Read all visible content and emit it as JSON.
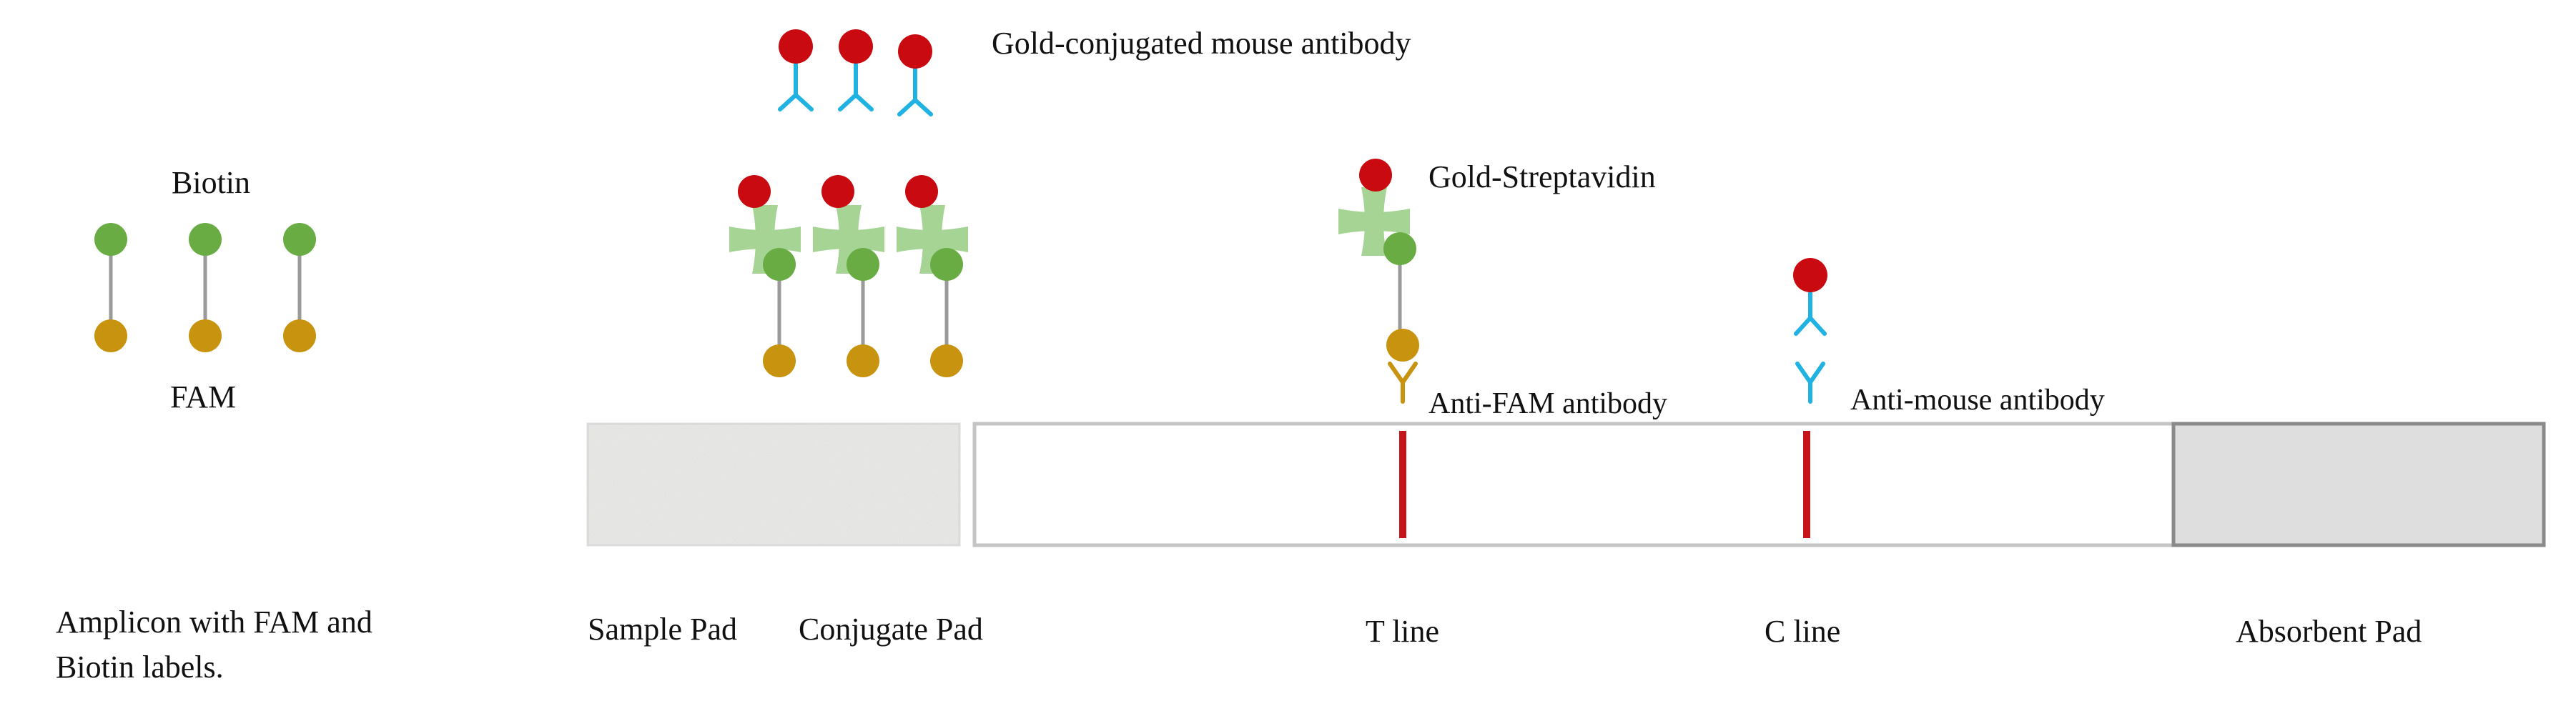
{
  "labels": {
    "biotin": "Biotin",
    "fam": "FAM",
    "amplicon_line1": "Amplicon with FAM and",
    "amplicon_line2": "Biotin labels.",
    "gold_mouse_antibody": "Gold-conjugated mouse antibody",
    "gold_streptavidin": "Gold-Streptavidin",
    "anti_fam_antibody": "Anti-FAM antibody",
    "anti_mouse_antibody": "Anti-mouse antibody",
    "sample_pad": "Sample Pad",
    "conjugate_pad": "Conjugate Pad",
    "t_line": "T line",
    "c_line": "C line",
    "absorbent_pad": "Absorbent Pad"
  },
  "colors": {
    "gold": "#c90a10",
    "biotin": "#6aac44",
    "fam": "#c8930f",
    "antibody_blue": "#1fb2e2",
    "anti_fam_antibody": "#c8930f",
    "streptavidin": "#a6d494",
    "linker": "#9a9a9a",
    "test_line": "#c5141a",
    "strip_border": "#c4c4c4",
    "absorbent_fill": "#dedede",
    "absorbent_border": "#8a8a8a",
    "sample_pad_fill": "#ececea"
  }
}
